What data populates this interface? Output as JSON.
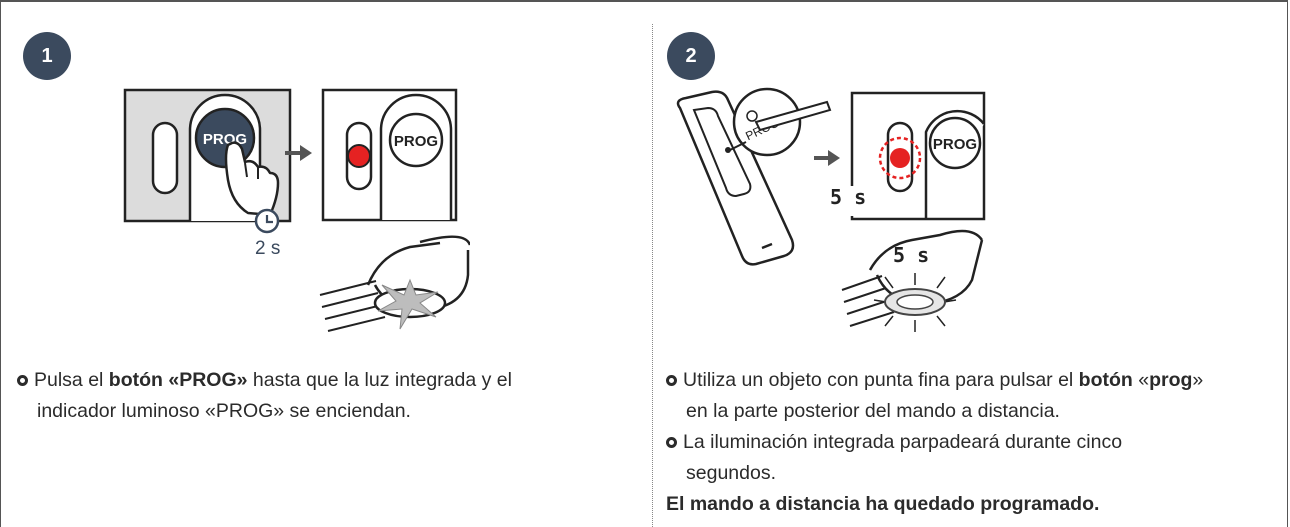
{
  "step1": {
    "number": "1",
    "button_label": "PROG",
    "button_label_2": "PROG",
    "duration": "2 s",
    "bullet": {
      "pre": "Pulsa el ",
      "bold": "botón «PROG»",
      "post1": " hasta que la luz integrada y el",
      "line2": "indicador luminoso «PROG» se enciendan."
    }
  },
  "step2": {
    "number": "2",
    "button_label": "PROG",
    "remote_label": "PROG",
    "duration_a": "5 s",
    "duration_b": "5 s",
    "bullet1": {
      "pre": "Utiliza un objeto con punta fina para pulsar el ",
      "bold": "botón",
      "q_open": " «",
      "bold2": "prog",
      "q_close": "»",
      "line2": "en la parte posterior del mando a distancia."
    },
    "bullet2": {
      "line1": "La iluminación integrada parpadeará durante cinco",
      "line2": "segundos."
    },
    "conclusion": "El mando a distancia ha quedado programado."
  },
  "colors": {
    "badge": "#3b4a5e",
    "led_red": "#e52222",
    "grey_fill": "#dcdcdc"
  }
}
